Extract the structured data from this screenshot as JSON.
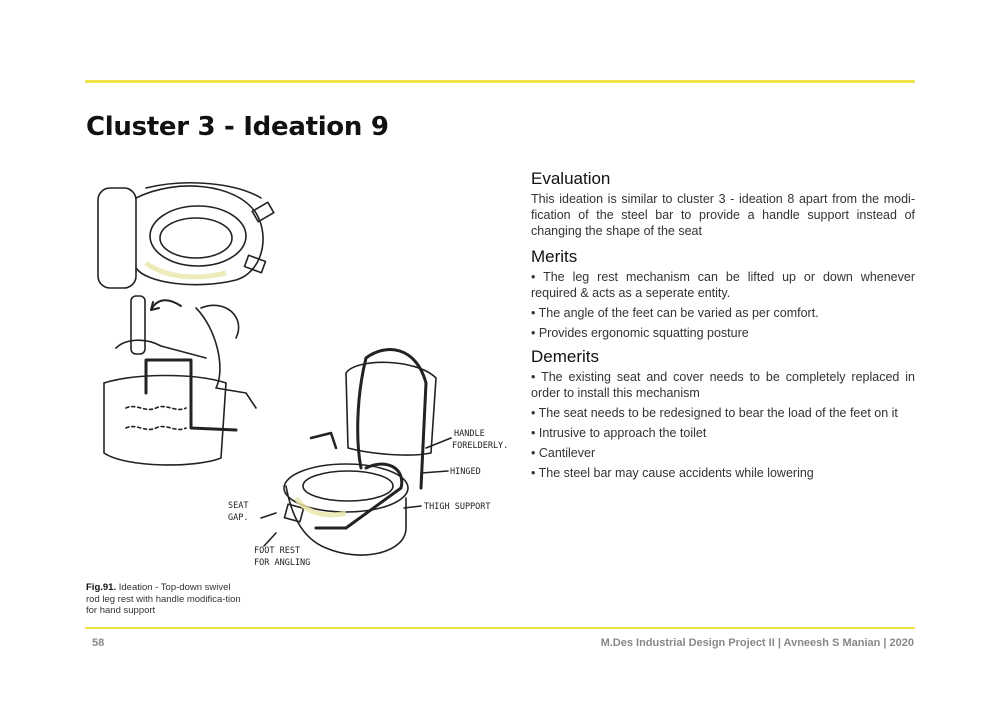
{
  "header": {
    "title": "Cluster 3 - Ideation 9"
  },
  "evaluation": {
    "heading": "Evaluation",
    "text": "This ideation is similar to cluster 3 - ideation 8 apart from the modi-fication of the steel bar to provide a handle support instead of changing the shape of the seat"
  },
  "merits": {
    "heading": "Merits",
    "items": [
      "• The leg rest mechanism can be lifted up or down whenever required & acts as a seperate entity.",
      "• The angle of the feet can be varied as per comfort.",
      "• Provides ergonomic squatting posture"
    ]
  },
  "demerits": {
    "heading": "Demerits",
    "items": [
      "• The existing seat and cover needs to be completely replaced in order to install this mechanism",
      "• The seat needs to be redesigned to bear the load of the feet on it",
      "• Intrusive to approach the toilet",
      "• Cantilever",
      "• The steel bar may cause accidents while lowering"
    ]
  },
  "sketch_labels": {
    "handle_line1": "HANDLE",
    "handle_line2": "FORELDERLY.",
    "hinged": "HINGED",
    "thigh": "THIGH SUPPORT",
    "seat_line1": "SEAT",
    "seat_line2": "GAP.",
    "foot_line1": "FOOT REST",
    "foot_line2": "FOR ANGLING"
  },
  "caption": {
    "fig": "Fig.91.",
    "text": "Ideation - Top-down swivel rod leg rest with handle modifica-tion for hand support"
  },
  "footer": {
    "page_number": "58",
    "text": "M.Des Industrial Design Project II | Avneesh S Manian | 2020"
  },
  "colors": {
    "accent_rule": "#f0e24a",
    "sketch_highlight": "#e9e6a8"
  }
}
